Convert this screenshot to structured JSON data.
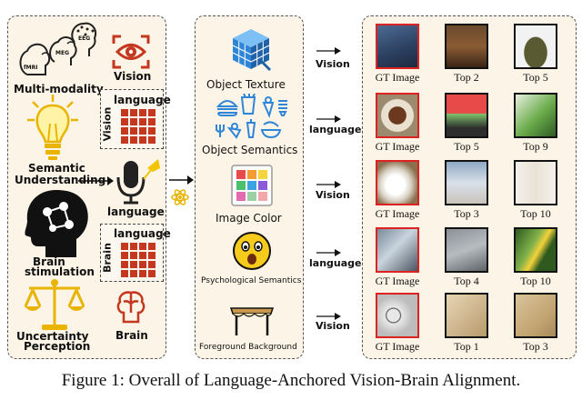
{
  "left_panel": {
    "modality_badges": [
      "fMRI",
      "MEG",
      "EEG"
    ],
    "multi_modality": "Multi-modality",
    "vision": "Vision",
    "language_box_vertical": "Vision",
    "language_box_header": "language",
    "semantic_understanding": [
      "Semantic",
      "Understanding"
    ],
    "language": "language",
    "brain_box_vertical": "Brain",
    "brain_box_header": "language",
    "brain_stimulation": [
      "Brain",
      "stimulation"
    ],
    "uncertainty_perception": [
      "Uncertainty",
      "Perception"
    ],
    "brain": "Brain"
  },
  "middle_panel": {
    "object_texture": "Object Texture",
    "object_semantics": "Object Semantics",
    "image_color": "Image Color",
    "psychological_semantics": "Psychological Semantics",
    "foreground_background": "Foreground Background"
  },
  "arrow_labels": [
    "Vision",
    "language",
    "Vision",
    "language",
    "Vision"
  ],
  "results": {
    "rows": [
      [
        "GT Image",
        "Top 2",
        "Top 5"
      ],
      [
        "GT Image",
        "Top 5",
        "Top 9"
      ],
      [
        "GT Image",
        "Top 3",
        "Top 10"
      ],
      [
        "GT Image",
        "Top 4",
        "Top 10"
      ],
      [
        "GT Image",
        "Top 1",
        "Top 3"
      ]
    ]
  },
  "caption": "Figure 1: Overall of Language-Anchored Vision-Brain Alignment.",
  "colors": {
    "panel_bg": "#fcf4e6",
    "accent_red": "#c43820",
    "icon_blue": "#2f86d8",
    "gold": "#e8b400"
  }
}
